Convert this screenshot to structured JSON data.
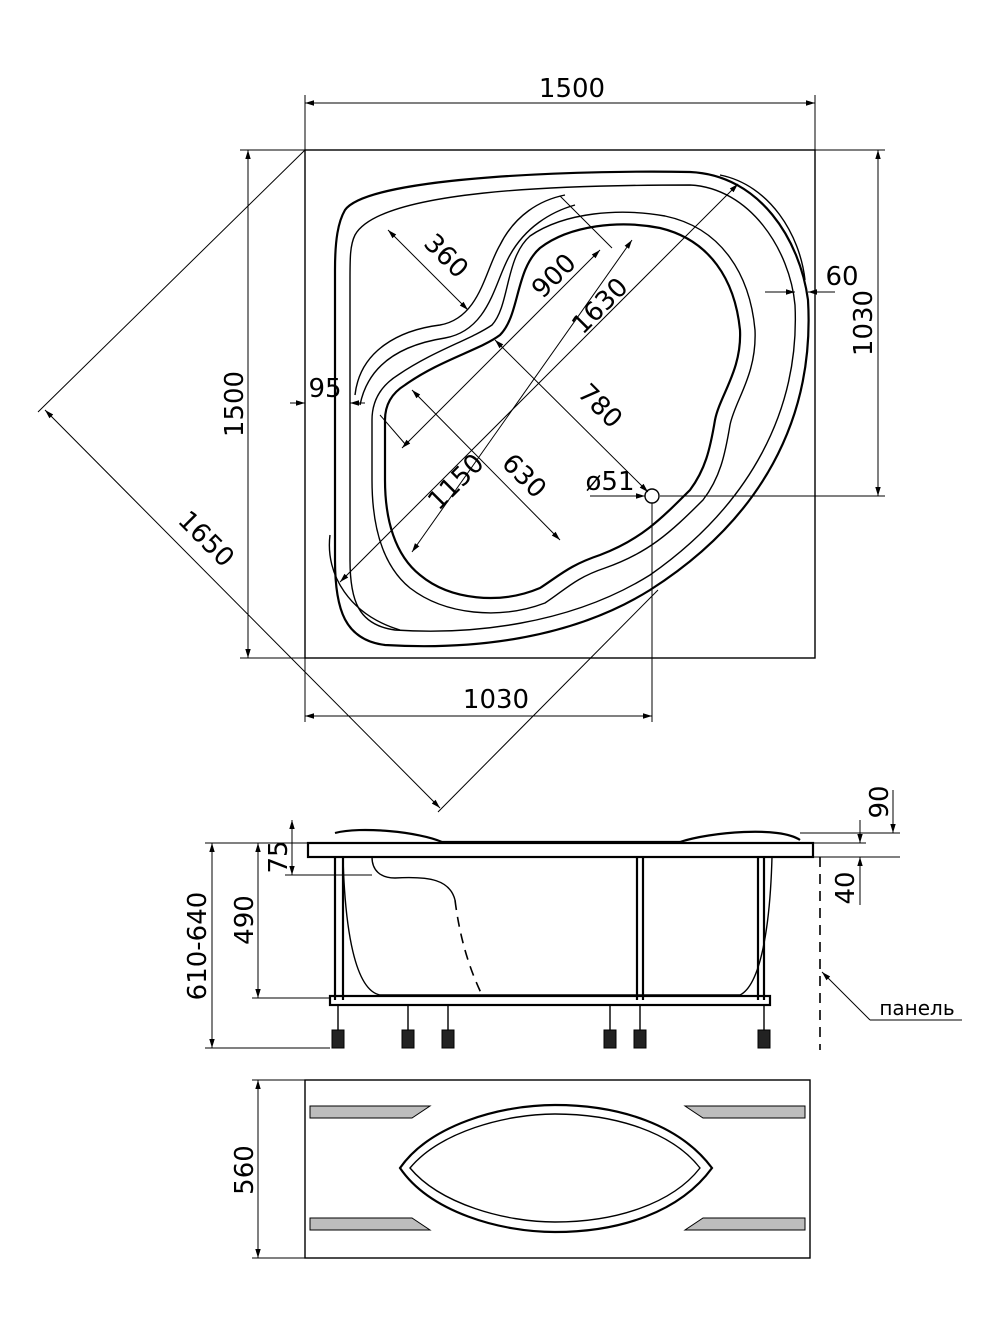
{
  "top_view": {
    "width_label": "1500",
    "height_label": "1500",
    "diagonal_label": "1650",
    "right_side_label": "1030",
    "bottom_side_label": "1030",
    "bowl_length_label": "1630",
    "bowl_width_label": "1150",
    "inner_length_label": "900",
    "headrest_label": "360",
    "inner_depth_label": "780",
    "inner_width_label": "630",
    "rim_left_label": "95",
    "rim_right_label": "60",
    "drain_label": "ø51"
  },
  "side_view": {
    "overall_height_label": "610-640",
    "depth_label": "490",
    "rim_top_label": "75",
    "top_right_label": "90",
    "rim_right_label": "40",
    "panel_label": "панель"
  },
  "panel_view": {
    "height_label": "560"
  }
}
